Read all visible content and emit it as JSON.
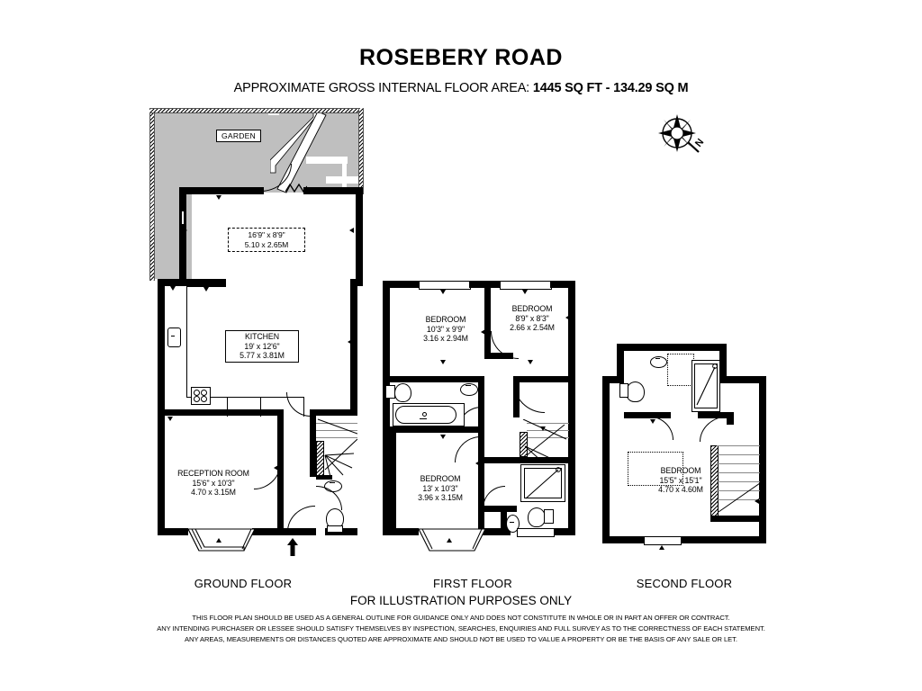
{
  "header": {
    "title": "ROSEBERY ROAD",
    "area_lead": "APPROXIMATE GROSS INTERNAL FLOOR AREA:",
    "area_value": "1445 SQ FT  -  134.29 SQ M"
  },
  "compass": {
    "north_label": "N",
    "icon": "compass-rose-icon"
  },
  "floors": [
    {
      "id": "ground",
      "caption": "GROUND FLOOR",
      "rooms": [
        {
          "name": "",
          "imperial": "16'9\" x 8'9\"",
          "metric": "5.10 x 2.65M"
        },
        {
          "name": "KITCHEN",
          "imperial": "19' x 12'6\"",
          "metric": "5.77 x 3.81M"
        },
        {
          "name": "RECEPTION ROOM",
          "imperial": "15'6\" x 10'3\"",
          "metric": "4.70 x 3.15M"
        }
      ],
      "garden_label": "GARDEN"
    },
    {
      "id": "first",
      "caption": "FIRST FLOOR",
      "rooms": [
        {
          "name": "BEDROOM",
          "imperial": "10'3\" x 9'9\"",
          "metric": "3.16 x 2.94M"
        },
        {
          "name": "BEDROOM",
          "imperial": "8'9\" x 8'3\"",
          "metric": "2.66 x 2.54M"
        },
        {
          "name": "BEDROOM",
          "imperial": "13' x 10'3\"",
          "metric": "3.96 x 3.15M"
        }
      ]
    },
    {
      "id": "second",
      "caption": "SECOND FLOOR",
      "rooms": [
        {
          "name": "BEDROOM",
          "imperial": "15'5\" x 15'1\"",
          "metric": "4.70 x 4.60M"
        }
      ]
    }
  ],
  "footer": {
    "illustration": "FOR ILLUSTRATION PURPOSES ONLY",
    "disclaimer_line1": "THIS FLOOR PLAN SHOULD BE USED AS A GENERAL OUTLINE FOR GUIDANCE ONLY AND DOES NOT CONSTITUTE IN WHOLE OR IN PART AN OFFER OR CONTRACT.",
    "disclaimer_line2": "ANY INTENDING PURCHASER OR LESSEE SHOULD SATISFY THEMSELVES BY INSPECTION, SEARCHES, ENQUIRIES AND FULL SURVEY AS TO THE CORRECTNESS OF EACH STATEMENT.",
    "disclaimer_line3": "ANY AREAS, MEASUREMENTS OR DISTANCES QUOTED ARE APPROXIMATE AND SHOULD NOT BE USED TO VALUE A PROPERTY OR BE THE BASIS OF ANY SALE OR LET."
  },
  "colors": {
    "wall": "#000000",
    "garden": "#bfbfbf",
    "paper": "#ffffff"
  }
}
